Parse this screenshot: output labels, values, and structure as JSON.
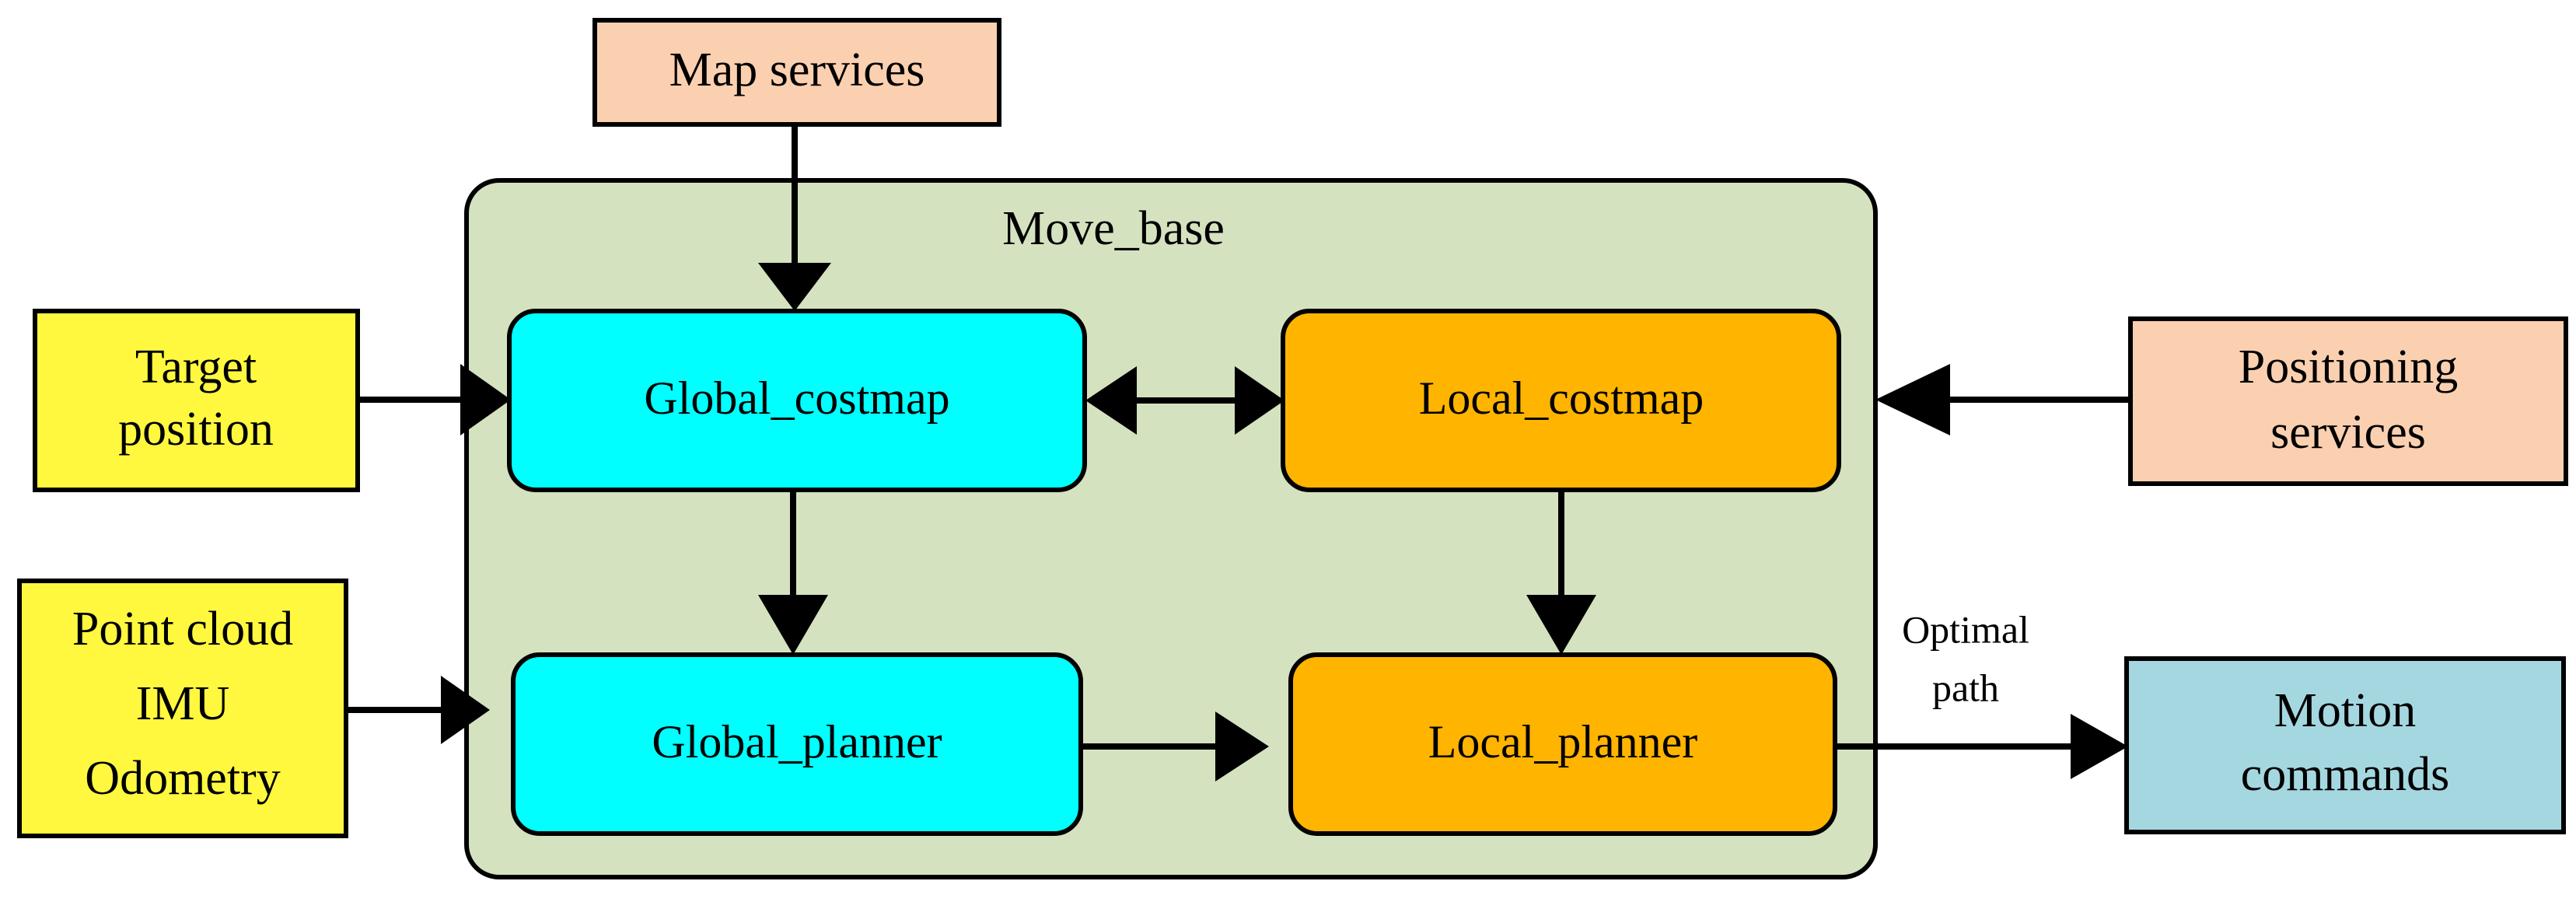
{
  "diagram": {
    "title_node": "Move_base",
    "colors": {
      "external_peach": "#FBD0B0",
      "external_yellow": "#FFF83F",
      "external_blue": "#A5D7E1",
      "container_green": "#D5E2C0",
      "global_cyan": "#00FFFF",
      "local_orange": "#FFB400",
      "stroke": "#000000",
      "background": "#FFFFFF"
    },
    "nodes": {
      "map_services": {
        "label": "Map services",
        "fill": "#FBD0B0",
        "shape": "rectangle"
      },
      "target_position": {
        "label_line1": "Target",
        "label_line2": "position",
        "fill": "#FFF83F",
        "shape": "rectangle"
      },
      "point_cloud": {
        "label_line1": "Point cloud",
        "label_line2": "IMU",
        "label_line3": "Odometry",
        "fill": "#FFF83F",
        "shape": "rectangle"
      },
      "positioning_services": {
        "label_line1": "Positioning",
        "label_line2": "services",
        "fill": "#FBD0B0",
        "shape": "rectangle"
      },
      "motion_commands": {
        "label_line1": "Motion",
        "label_line2": "commands",
        "fill": "#A5D7E1",
        "shape": "rectangle"
      },
      "move_base": {
        "label": "Move_base",
        "fill": "#D5E2C0",
        "shape": "rounded-rectangle"
      },
      "global_costmap": {
        "label": "Global_costmap",
        "fill": "#00FFFF",
        "shape": "rounded-rectangle"
      },
      "local_costmap": {
        "label": "Local_costmap",
        "fill": "#FFB400",
        "shape": "rounded-rectangle"
      },
      "global_planner": {
        "label": "Global_planner",
        "fill": "#00FFFF",
        "shape": "rounded-rectangle"
      },
      "local_planner": {
        "label": "Local_planner",
        "fill": "#FFB400",
        "shape": "rounded-rectangle"
      }
    },
    "edges": [
      {
        "id": "map-to-global-costmap",
        "from": "map_services",
        "to": "global_costmap",
        "label": "",
        "arrows": "single"
      },
      {
        "id": "target-to-global-costmap",
        "from": "target_position",
        "to": "global_costmap",
        "label": "",
        "arrows": "single"
      },
      {
        "id": "pointcloud-to-global-planner",
        "from": "point_cloud",
        "to": "global_planner",
        "label": "",
        "arrows": "single"
      },
      {
        "id": "positioning-to-local-costmap",
        "from": "positioning_services",
        "to": "local_costmap",
        "label": "",
        "arrows": "single"
      },
      {
        "id": "global-costmap-to-local-costmap",
        "from": "global_costmap",
        "to": "local_costmap",
        "label": "",
        "arrows": "double"
      },
      {
        "id": "global-costmap-to-global-planner",
        "from": "global_costmap",
        "to": "global_planner",
        "label": "",
        "arrows": "single"
      },
      {
        "id": "local-costmap-to-local-planner",
        "from": "local_costmap",
        "to": "local_planner",
        "label": "",
        "arrows": "single"
      },
      {
        "id": "global-planner-to-local-planner",
        "from": "global_planner",
        "to": "local_planner",
        "label": "",
        "arrows": "single"
      },
      {
        "id": "local-planner-to-motion-commands",
        "from": "local_planner",
        "to": "motion_commands",
        "label_line1": "Optimal",
        "label_line2": "path",
        "arrows": "single"
      }
    ],
    "edge_label_optimal_path": {
      "line1": "Optimal",
      "line2": "path"
    }
  }
}
